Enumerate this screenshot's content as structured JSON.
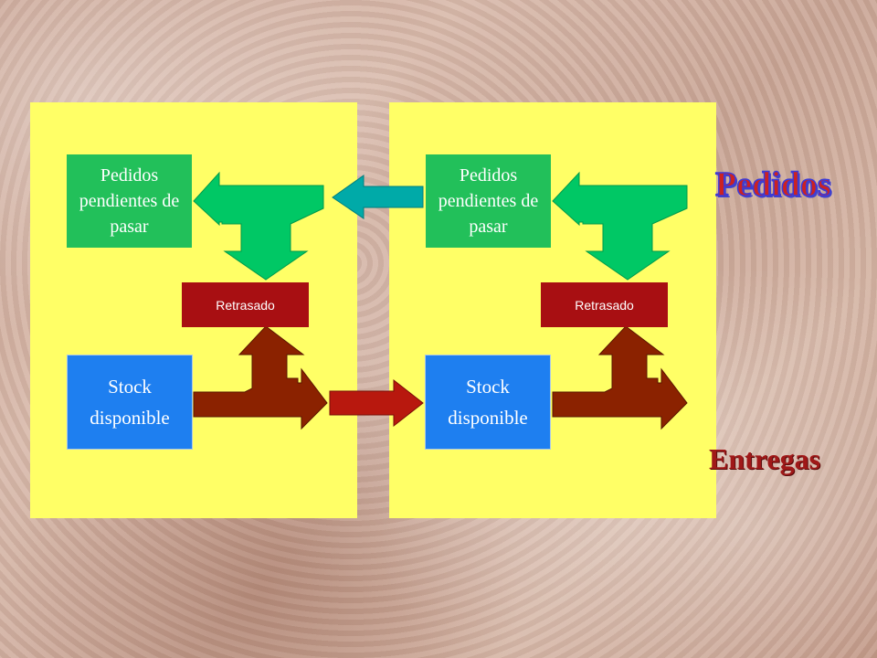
{
  "diagram": {
    "left_panel": {
      "pending_orders": "Pedidos pendientes de pasar",
      "delayed": "Retrasado",
      "stock": "Stock disponible"
    },
    "right_panel": {
      "pending_orders": "Pedidos pendientes de pasar",
      "delayed": "Retrasado",
      "stock": "Stock disponible"
    },
    "orders_label": "Pedidos",
    "deliveries_label": "Entregas"
  },
  "colors": {
    "panel": "#ffff66",
    "pending_box": "#22c05a",
    "stock_box": "#1e7ff0",
    "delayed_box": "#a80f12",
    "green_arrow": "#00c865",
    "teal_arrow": "#00aaa8",
    "brown_arrow": "#8b2200",
    "red_arrow": "#b8180e"
  }
}
